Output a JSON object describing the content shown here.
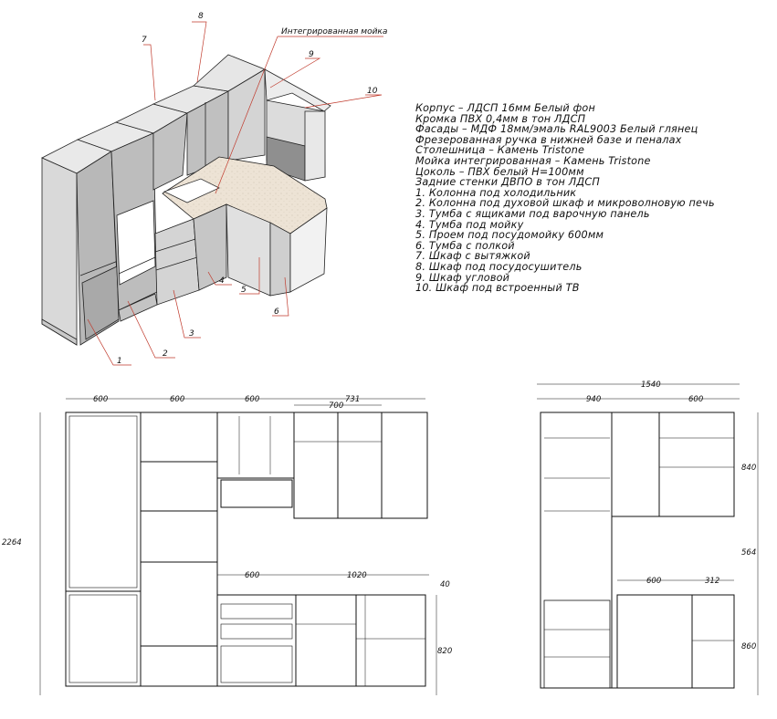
{
  "title_labels": {
    "sink_label": "Интегрированная мойка"
  },
  "callouts": [
    "1",
    "2",
    "3",
    "4",
    "5",
    "6",
    "7",
    "8",
    "9",
    "10"
  ],
  "spec": {
    "lines": [
      "Корпус – ЛДСП 16мм Белый фон",
      "Кромка ПВХ 0,4мм в тон ЛДСП",
      "Фасады – МДФ 18мм/эмаль RAL9003 Белый глянец",
      "Фрезерованная ручка в нижней базе и пеналах",
      "Столешница – Камень Tristone",
      "Мойка интегрированная – Камень Tristone",
      "Цоколь – ПВХ белый H=100мм",
      "Задние стенки ДВПО в тон ЛДСП",
      "1. Колонна под холодильник",
      "2. Колонна под духовой шкаф и микроволновую печь",
      "3. Тумба с ящиками под варочную панель",
      "4. Тумба под мойку",
      "5. Проем под посудомойку 600мм",
      "6. Тумба с полкой",
      "7. Шкаф с вытяжкой",
      "8. Шкаф под посудосушитель",
      "9. Шкаф угловой",
      "10. Шкаф под встроенный ТВ"
    ]
  },
  "front_view": {
    "dims_top": [
      "600",
      "600",
      "600",
      "731",
      "700"
    ],
    "dim_height": "2264",
    "dims_mid": [
      "600",
      "1020",
      "40"
    ],
    "dim_base_height": "820"
  },
  "side_view": {
    "dim_total": "1540",
    "dims_top": [
      "940",
      "600"
    ],
    "dims_right": [
      "840",
      "564",
      "860"
    ],
    "dims_mid": [
      "600",
      "312"
    ]
  },
  "colors": {
    "line": "#111111",
    "panel": "#cfcfcf",
    "panel_dark": "#8c8c8c",
    "counter": "#ece3d6",
    "side": "#e6e6e6"
  }
}
